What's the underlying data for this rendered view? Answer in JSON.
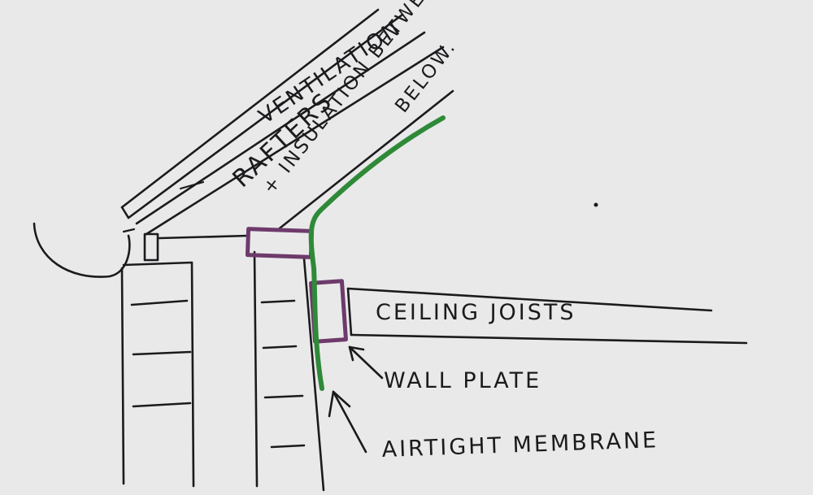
{
  "labels": {
    "ventilation": "VENTILATION",
    "rafters": "RAFTERS",
    "insulation": "+ INSULATION BETWEEN",
    "below": "BELOW.",
    "ceiling_joists": "CEILING JOISTS",
    "wall_plate": "WALL PLATE",
    "airtight_membrane": "AIRTIGHT MEMBRANE"
  },
  "colors": {
    "ink": "#1b1b1d",
    "wall_plate": "#6e3a6b",
    "membrane": "#2f8a38",
    "paper": "#e9e9ea"
  }
}
